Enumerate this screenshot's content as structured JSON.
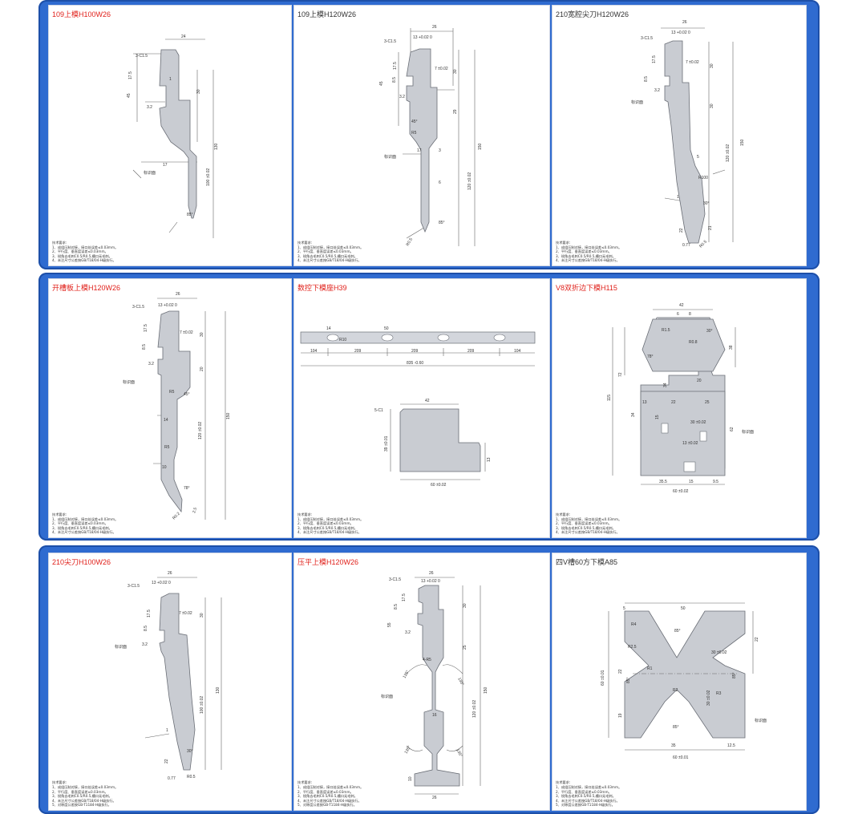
{
  "colors": {
    "band": "#2f6bd0",
    "title": "#e0201a",
    "part_fill": "#c9ccd2",
    "part_stroke": "#6a6e76",
    "dim": "#555"
  },
  "notes": [
    "技术要求:",
    "1、成组压制对接，接口处误差≤0.03mm。",
    "2、平行度、垂直度误差≤0.03mm。",
    "3、锐角去毛刺C0.5/R0.5,槽口无毛刺。",
    "4、未注尺寸公差按GB/T18/04-H级执行。",
    "5、对称度公差按GB-T1184-H级执行。"
  ],
  "panels": [
    {
      "title": "109上模H100W26",
      "dims": [
        "24",
        "3-C1.5",
        "17.5",
        "45",
        "3.2",
        "1",
        "30",
        "130",
        "100 ±0.02",
        "85°",
        "17",
        "标识面"
      ]
    },
    {
      "title": "109上模H120W26",
      "dims": [
        "26",
        "13 +0.02 0",
        "3-C1.5",
        "17.5",
        "45",
        "3.2",
        "8.5",
        "7 ±0.02",
        "30",
        "29",
        "45°",
        "R5",
        "17",
        "3",
        "6",
        "85°",
        "R0.5",
        "120 ±0.02",
        "150",
        "标识面"
      ]
    },
    {
      "title": "210宽腔尖刀H120W26",
      "dims": [
        "26",
        "13 +0.02 0",
        "3-C1.5",
        "17.5",
        "8.5",
        "7 ±0.02",
        "3.2",
        "30",
        "30",
        "5",
        "R100",
        "120 ±0.02",
        "150",
        "1",
        "30°",
        "22",
        "21",
        "0.77",
        "R0.5",
        "标识面"
      ]
    },
    {
      "title": "开槽板上模H120W26",
      "dims": [
        "26",
        "13 +0.02 0",
        "3-C1.5",
        "17.5",
        "8.5",
        "7 ±0.02",
        "3.2",
        "30",
        "20",
        "R5",
        "45°",
        "14",
        "R5",
        "10",
        "78°",
        "R0.2",
        "2.5",
        "120 ±0.02",
        "150",
        "标识面"
      ]
    },
    {
      "title": "数控下模座H39",
      "dims": [
        "14",
        "R10",
        "50",
        "104",
        "209",
        "209",
        "209",
        "104",
        "835 -0.60",
        "5-C1",
        "42",
        "39 ±0.01",
        "13",
        "60 ±0.02"
      ]
    },
    {
      "title": "V8双折边下模H115",
      "dims": [
        "42",
        "6",
        "8",
        "R1.5",
        "30°",
        "R0.8",
        "78°",
        "72",
        "38",
        "20",
        "34",
        "13",
        "22",
        "25",
        "34",
        "15",
        "30 ±0.02",
        "13 ±0.02",
        "62",
        "115",
        "35.5",
        "15",
        "9.5",
        "60 ±0.02",
        "标识面"
      ]
    },
    {
      "title": "210尖刀H100W26",
      "dims": [
        "26",
        "13 +0.02 0",
        "3-C1.5",
        "17.5",
        "8.5",
        "7 ±0.02",
        "3.2",
        "30",
        "1",
        "30°",
        "22",
        "100 ±0.02",
        "130",
        "0.77",
        "R0.5",
        "标识面"
      ]
    },
    {
      "title": "压平上模H120W26",
      "dims": [
        "26",
        "13 +0.02 0",
        "3-C1.5",
        "8.5",
        "17.5",
        "55",
        "3.2",
        "25",
        "4-R5",
        "135°",
        "135°",
        "16",
        "135°",
        "135°",
        "10",
        "26",
        "120 ±0.02",
        "150",
        "30",
        "标识面"
      ]
    },
    {
      "title": "四V槽60方下模A85",
      "dims": [
        "5",
        "50",
        "85°",
        "R4",
        "R2.5",
        "30 ±0.02",
        "22",
        "R1",
        "22",
        "85°",
        "30 ±0.02",
        "R2",
        "R3",
        "19",
        "85°",
        "85°",
        "35",
        "12.5",
        "60 ±0.01",
        "60 ±0.01",
        "标识面"
      ]
    }
  ]
}
